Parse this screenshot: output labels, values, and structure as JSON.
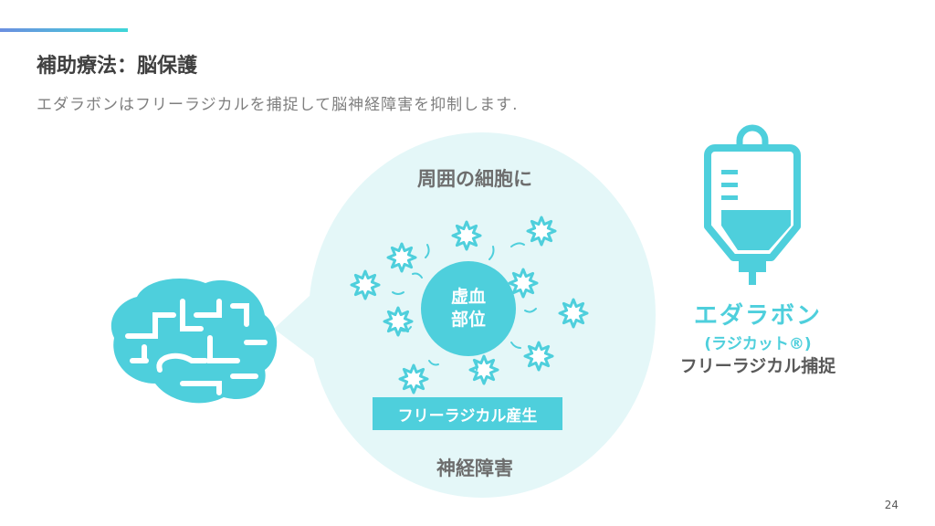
{
  "header": {
    "title": "補助療法：脳保護",
    "subtitle": "エダラボンはフリーラジカルを捕捉して脳神経障害を抑制します."
  },
  "diagram": {
    "surrounding_label": "周囲の細胞に",
    "core_label_line1": "虚血",
    "core_label_line2": "部位",
    "radical_label": "フリーラジカル産生",
    "damage_label": "神経障害",
    "icons": [
      "brain-icon",
      "free-radical-star-icon",
      "iv-bag-icon"
    ]
  },
  "drug": {
    "name": "エダラボン",
    "brand": "(ラジカット®)",
    "action": "フリーラジカル捕捉"
  },
  "colors": {
    "accent": "#4ecfdc",
    "bubble": "#e4f7f8",
    "text": "#595959"
  },
  "page_number": "24"
}
